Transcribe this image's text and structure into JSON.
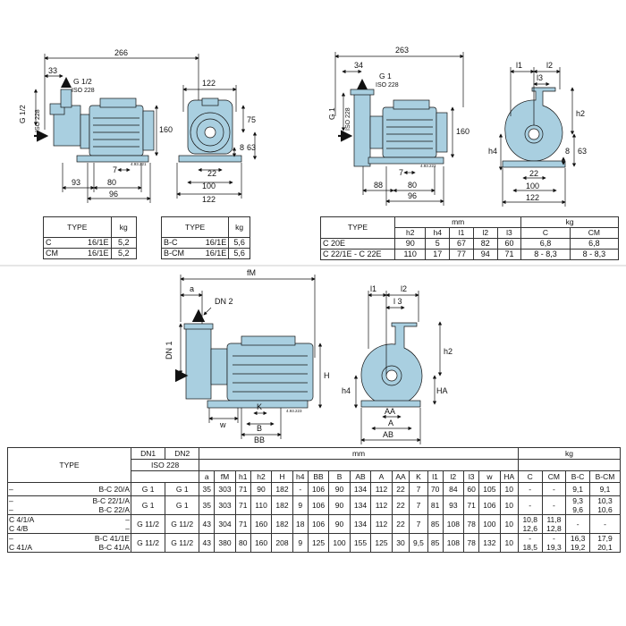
{
  "diagrams": {
    "d1": {
      "w266": "266",
      "w33": "33",
      "g": "G 1/2",
      "iso": "ISO 228",
      "side": "G 1/2",
      "h160": "160",
      "d7": "7",
      "d93": "93",
      "d80": "80",
      "d96": "96",
      "code": "4.93.221"
    },
    "d2": {
      "w122": "122",
      "h75": "75",
      "h8": "8",
      "h63": "63",
      "d22": "22",
      "d100": "100",
      "d122": "122"
    },
    "d3": {
      "w263": "263",
      "w34": "34",
      "g": "G 1",
      "iso": "ISO 228",
      "side": "G 1",
      "h160": "160",
      "d7": "7",
      "d88": "88",
      "d80": "80",
      "d96": "96",
      "code": "4.93.222"
    },
    "d4": {
      "l1": "l1",
      "l2": "l2",
      "l3": "l3",
      "h2": "h2",
      "h4": "h4",
      "h8": "8",
      "h63": "63",
      "d22": "22",
      "d100": "100",
      "d122": "122"
    },
    "d5": {
      "fM": "fM",
      "a": "a",
      "dn2": "DN 2",
      "dn1": "DN 1",
      "H": "H",
      "w": "w",
      "K": "K",
      "B": "B",
      "BB": "BB",
      "code": "4.93.223"
    },
    "d6": {
      "l1": "l1",
      "l2": "l2",
      "l3": "l 3",
      "h2": "h2",
      "h4": "h4",
      "HA": "HA",
      "AA": "AA",
      "A": "A",
      "AB": "AB"
    }
  },
  "table1": {
    "headers": [
      "TYPE",
      "kg"
    ],
    "rows": [
      [
        "C",
        "16/1E",
        "5,2"
      ],
      [
        "CM",
        "16/1E",
        "5,2"
      ]
    ]
  },
  "table2": {
    "headers": [
      "TYPE",
      "kg"
    ],
    "rows": [
      [
        "B-C",
        "16/1E",
        "5,6"
      ],
      [
        "B-CM",
        "16/1E",
        "5,6"
      ]
    ]
  },
  "table3": {
    "type": "TYPE",
    "mm": "mm",
    "kg": "kg",
    "cols": [
      "h2",
      "h4",
      "l1",
      "l2",
      "l3",
      "C",
      "CM"
    ],
    "rows": [
      [
        "C  20E",
        "90",
        "5",
        "67",
        "82",
        "60",
        "6,8",
        "6,8"
      ],
      [
        "C  22/1E - C 22E",
        "110",
        "17",
        "77",
        "94",
        "71",
        "8 - 8,3",
        "8 - 8,3"
      ]
    ]
  },
  "table4": {
    "type": "TYPE",
    "dn1": "DN1",
    "dn2": "DN2",
    "iso": "ISO 228",
    "mm": "mm",
    "kg": "kg",
    "cols": [
      "a",
      "fM",
      "h1",
      "h2",
      "H",
      "h4",
      "BB",
      "B",
      "AB",
      "A",
      "AA",
      "K",
      "l1",
      "l2",
      "l3",
      "w",
      "HA",
      "C",
      "CM",
      "B-C",
      "B-CM"
    ],
    "rows": [
      {
        "t1": [
          "–"
        ],
        "t2": [
          "B-C 20/A"
        ],
        "dn1": "G 1",
        "dn2": "G 1",
        "v": [
          [
            "35"
          ],
          [
            "303"
          ],
          [
            "71"
          ],
          [
            "90"
          ],
          [
            "182"
          ],
          [
            "-"
          ],
          [
            "106"
          ],
          [
            "90"
          ],
          [
            "134"
          ],
          [
            "112"
          ],
          [
            "22"
          ],
          [
            "7"
          ],
          [
            "70"
          ],
          [
            "84"
          ],
          [
            "60"
          ],
          [
            "105"
          ],
          [
            "10"
          ],
          [
            "-"
          ],
          [
            "-"
          ],
          [
            "9,1"
          ],
          [
            "9,1"
          ]
        ]
      },
      {
        "t1": [
          "–",
          "–"
        ],
        "t2": [
          "B-C 22/1/A",
          "B-C 22/A"
        ],
        "dn1": "G 1",
        "dn2": "G 1",
        "v": [
          [
            "35"
          ],
          [
            "303"
          ],
          [
            "71"
          ],
          [
            "110"
          ],
          [
            "182"
          ],
          [
            "9"
          ],
          [
            "106"
          ],
          [
            "90"
          ],
          [
            "134"
          ],
          [
            "112"
          ],
          [
            "22"
          ],
          [
            "7"
          ],
          [
            "81"
          ],
          [
            "93"
          ],
          [
            "71"
          ],
          [
            "106"
          ],
          [
            "10"
          ],
          [
            "-"
          ],
          [
            "-"
          ],
          [
            "9,3",
            "9,6"
          ],
          [
            "10,3",
            "10,6"
          ]
        ]
      },
      {
        "t1": [
          "C 4/1/A",
          "C 4/B"
        ],
        "t2": [
          "–",
          "–"
        ],
        "dn1": "G 11/2",
        "dn2": "G 11/2",
        "v": [
          [
            "43"
          ],
          [
            "304"
          ],
          [
            "71"
          ],
          [
            "160"
          ],
          [
            "182"
          ],
          [
            "18"
          ],
          [
            "106"
          ],
          [
            "90"
          ],
          [
            "134"
          ],
          [
            "112"
          ],
          [
            "22"
          ],
          [
            "7"
          ],
          [
            "85"
          ],
          [
            "108"
          ],
          [
            "78"
          ],
          [
            "100"
          ],
          [
            "10"
          ],
          [
            "10,8",
            "12,6"
          ],
          [
            "11,8",
            "12,8"
          ],
          [
            "-"
          ],
          [
            "-"
          ]
        ]
      },
      {
        "t1": [
          "–",
          "C 41/A"
        ],
        "t2": [
          "B-C 41/1E",
          "B-C 41/A"
        ],
        "dn1": "G 11/2",
        "dn2": "G 11/2",
        "v": [
          [
            "43"
          ],
          [
            "380"
          ],
          [
            "80"
          ],
          [
            "160"
          ],
          [
            "208"
          ],
          [
            "9"
          ],
          [
            "125"
          ],
          [
            "100"
          ],
          [
            "155"
          ],
          [
            "125"
          ],
          [
            "30"
          ],
          [
            "9,5"
          ],
          [
            "85"
          ],
          [
            "108"
          ],
          [
            "78"
          ],
          [
            "132"
          ],
          [
            "10"
          ],
          [
            "-",
            "18,5"
          ],
          [
            "-",
            "19,3"
          ],
          [
            "16,3",
            "19,2"
          ],
          [
            "17,9",
            "20,1"
          ]
        ]
      }
    ]
  }
}
